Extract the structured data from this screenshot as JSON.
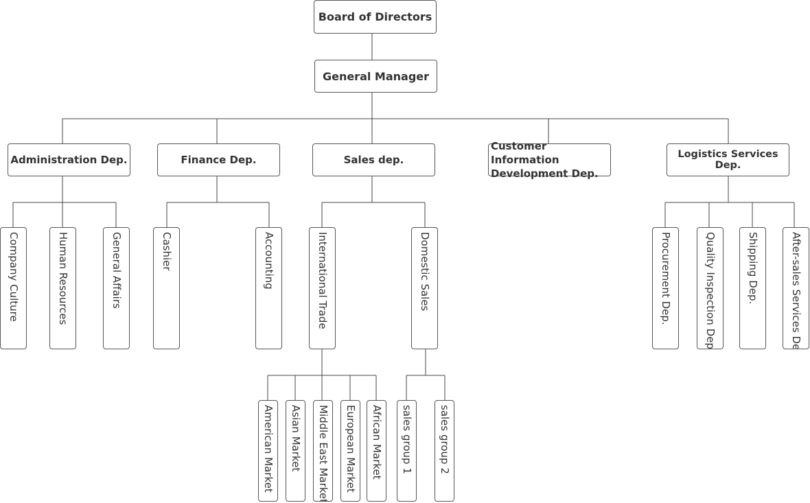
{
  "org_chart": {
    "root": "Board of Directors",
    "manager": "General Manager",
    "departments": {
      "administration": {
        "label": "Administration Dep.",
        "units": [
          "Company Culture",
          "Human Resources",
          "General Affairs"
        ]
      },
      "finance": {
        "label": "Finance Dep.",
        "units": [
          "Cashier",
          "Accounting"
        ]
      },
      "sales": {
        "label": "Sales dep.",
        "international": {
          "label": "International Trade",
          "markets": [
            "American Market",
            "Asian Market",
            "Middle East Market",
            "European Market",
            "African Market"
          ]
        },
        "domestic": {
          "label": "Domestic Sales",
          "groups": [
            "sales group 1",
            "sales group 2"
          ]
        }
      },
      "customer_info": {
        "label_line1": "Customer Information",
        "label_line2": "Development Dep."
      },
      "logistics": {
        "label": "Logistics Services Dep.",
        "units": [
          "Procurement Dep.",
          "Quality Inspection Dep.",
          "Shipping Dep.",
          "After-sales Services Dep"
        ]
      }
    }
  }
}
